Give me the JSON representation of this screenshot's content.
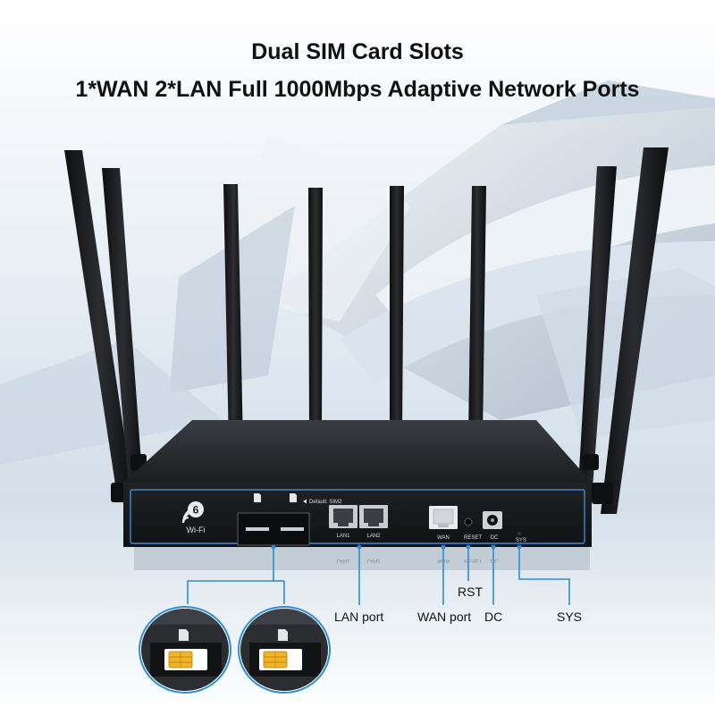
{
  "headline": {
    "line1": "Dual SIM Card Slots",
    "line2": "1*WAN 2*LAN Full 1000Mbps Adaptive Network Ports"
  },
  "panel": {
    "wifi_badge_number": "6",
    "wifi_badge_text": "Wi-Fi",
    "default_sim_label": "Default: SIM2",
    "port_labels": {
      "lan1": "LAN1",
      "lan2": "LAN2",
      "wan": "WAN",
      "reset": "RESET",
      "dc": "DC",
      "sys": "SYS"
    }
  },
  "callouts": {
    "lan": "LAN port",
    "wan": "WAN port",
    "rst": "RST",
    "dc": "DC",
    "sys": "SYS"
  },
  "colors": {
    "callout_line": "#2a8fd6",
    "panel_edge": "#3d8bd8",
    "router_body": "#1c1e21",
    "antenna": "#151618",
    "sim_chip": "#f0b426",
    "background_sky": "#d9e4ee"
  },
  "icons": [
    "wifi6-logo",
    "sim-card-icon",
    "lock-icon",
    "arrow-left-icon"
  ]
}
